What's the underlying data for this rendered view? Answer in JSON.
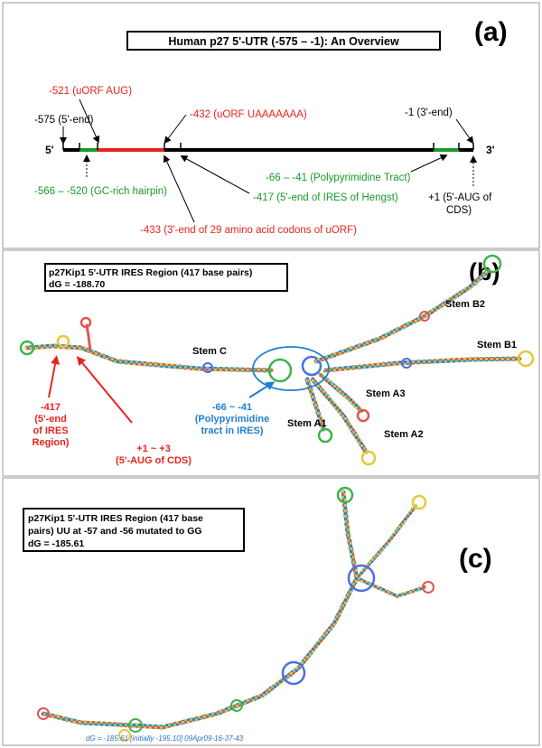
{
  "panel_a": {
    "letter": "(a)",
    "title": "Human p27  5'-UTR (-575 – -1): An Overview",
    "end5": "5'",
    "end3": "3'",
    "labels": {
      "uorf_aug": "-521 (uORF AUG)",
      "uorf_uaa": "-432 (uORF UAAAAAAA)",
      "end5pos": "-575 (5'-end)",
      "end3pos": "-1 (3'-end)",
      "gc_hairpin": "-566 – -520 (GC-rich hairpin)",
      "ptract": "-66 – -41 (Polypyrimidine Tract)",
      "ires_hengst": "-417 (5'-end of IRES of Hengst)",
      "aug_cds_1": "+1 (5'-AUG of",
      "aug_cds_2": "CDS)",
      "codons": "-433 (3'-end of 29 amino acid codons of uORF)"
    },
    "colors": {
      "red": "#e8231e",
      "green": "#1a9a2a",
      "black": "#000000"
    }
  },
  "panel_b": {
    "letter": "(b)",
    "box_line1": "p27Kip1 5'-UTR IRES Region (417 base pairs)",
    "box_line2": "dG = -188.70",
    "stems": {
      "b2": "Stem B2",
      "b1": "Stem B1",
      "c": "Stem C",
      "a3": "Stem A3",
      "a1": "Stem A1",
      "a2": "Stem A2"
    },
    "red1": [
      "-417",
      "(5'-end",
      "of IRES",
      "Region)"
    ],
    "red2": [
      "+1 ~ +3",
      "(5'-AUG of CDS)"
    ],
    "blue": [
      "-66 ~ -41",
      "(Polypyrimidine",
      "tract in IRES)"
    ],
    "blue_color": "#1f7fd0"
  },
  "panel_c": {
    "letter": "(c)",
    "box_line1": "p27Kip1 5'-UTR IRES Region (417 base",
    "box_line2": "pairs) UU at -57 and -56  mutated to GG",
    "box_line3": "dG = -185.61",
    "footer": "dG = -185.61 [initially -195.10] 09Apr09-16-37-43"
  }
}
